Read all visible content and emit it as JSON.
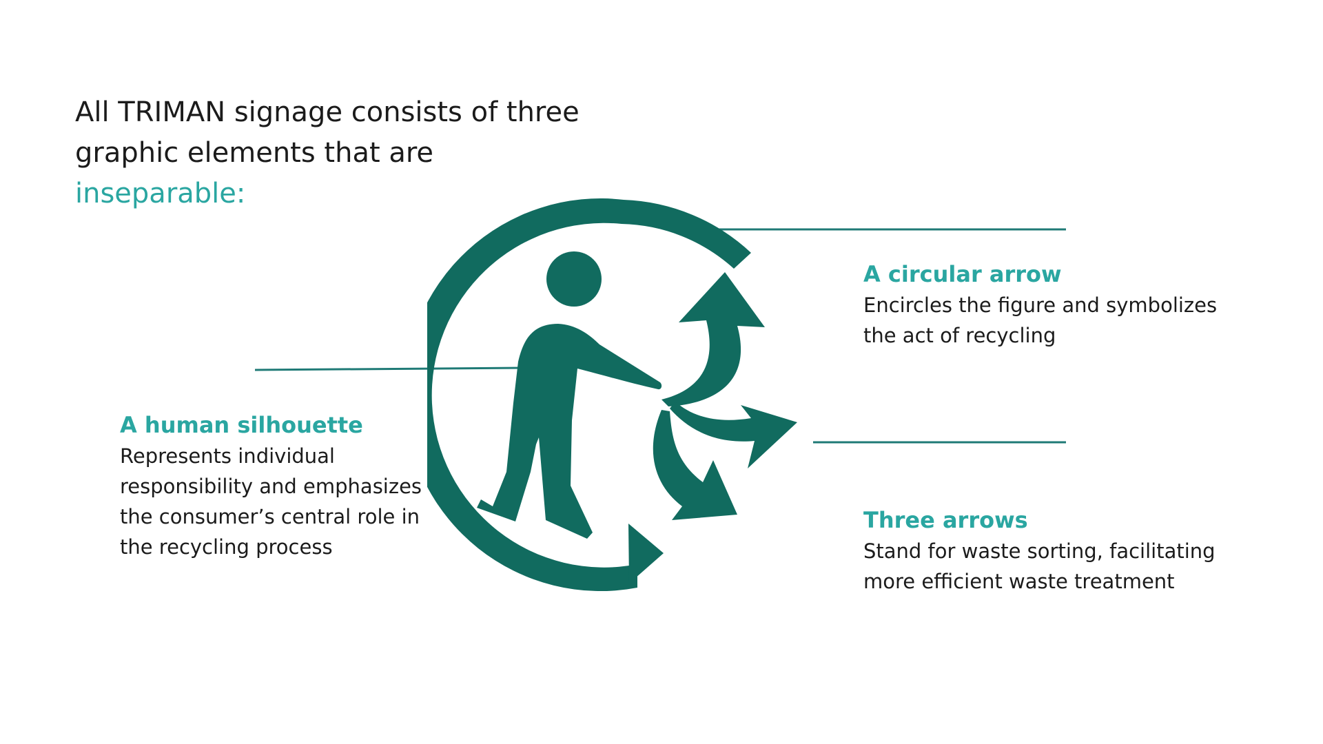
{
  "intro": {
    "line1": "All TRIMAN signage consists of three",
    "line2": "graphic elements that are",
    "line3": "inseparable:"
  },
  "elements": {
    "human": {
      "title": "A human silhouette",
      "description": " Represents individual\nresponsibility and emphasizes\nthe consumer’s central role in\nthe recycling process"
    },
    "circular": {
      "title": "A circular arrow",
      "description": " Encircles the figure and symbolizes\nthe act of recycling"
    },
    "three": {
      "title": "Three arrows",
      "description": " Stand for waste sorting, facilitating\nmore efficient waste treatment"
    }
  },
  "colors": {
    "accent": "#2aa6a1",
    "logo": "#116b5f",
    "text": "#1b1b1b",
    "connector": "#1f7a76"
  },
  "icons": {
    "logo": "triman-logo-icon"
  }
}
